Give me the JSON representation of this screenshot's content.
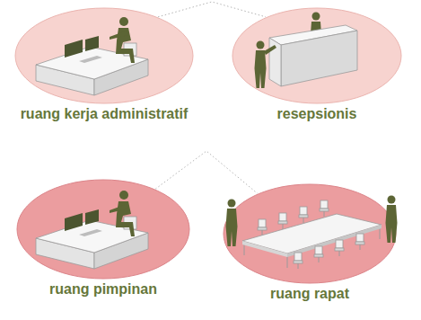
{
  "diagram": {
    "nodes": [
      {
        "text": [
          "ruang kerja administratif"
        ]
      },
      {
        "text": [
          "resepsionis"
        ]
      },
      {
        "text": [
          "ruang pimpinan"
        ]
      },
      {
        "text": [
          "ruang rapat"
        ]
      }
    ],
    "edges": [
      {
        "from": 0,
        "to": 1,
        "arrow": "none"
      },
      {
        "from": 2,
        "to": 3,
        "arrow": "none"
      }
    ]
  }
}
